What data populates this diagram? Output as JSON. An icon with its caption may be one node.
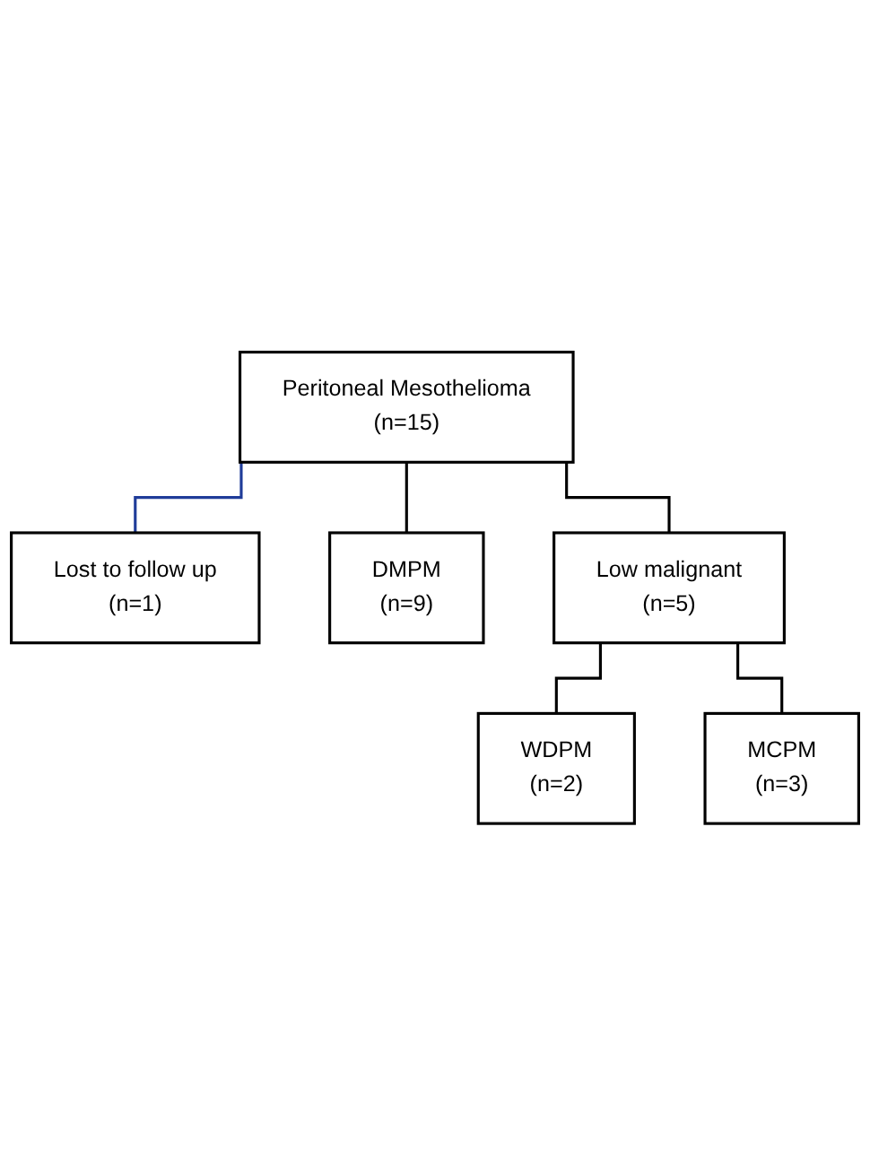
{
  "diagram": {
    "nodes": [
      {
        "text": [
          "Peritoneal Mesothelioma",
          "(n=15)"
        ]
      },
      {
        "text": [
          "Lost to follow up",
          "(n=1)"
        ]
      },
      {
        "text": [
          "DMPM",
          "(n=9)"
        ]
      },
      {
        "text": [
          "Low malignant",
          "(n=5)"
        ]
      },
      {
        "text": [
          "WDPM",
          "(n=2)"
        ]
      },
      {
        "text": [
          "MCPM",
          "(n=3)"
        ]
      }
    ],
    "edges": [
      {
        "from": 0,
        "to": 1,
        "arrow": "none",
        "color": "#1f3c99"
      },
      {
        "from": 0,
        "to": 2,
        "arrow": "none"
      },
      {
        "from": 0,
        "to": 3,
        "arrow": "none"
      },
      {
        "from": 3,
        "to": 4,
        "arrow": "none"
      },
      {
        "from": 3,
        "to": 5,
        "arrow": "none"
      }
    ]
  }
}
